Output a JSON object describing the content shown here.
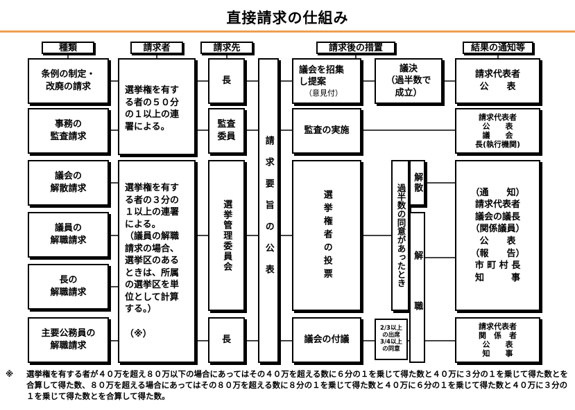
{
  "title": "直接請求の仕組み",
  "headers": {
    "type": "種類",
    "requester": "請求者",
    "destination": "請求先",
    "measures": "請求後の措置",
    "result": "結果の通知等"
  },
  "types": {
    "jorei": "条例の制定・\n改廃の請求",
    "jimu": "事務の\n監査請求",
    "gikai": "議会の\n解散請求",
    "giin": "議員の\n解職請求",
    "cho": "長の\n解職請求",
    "shuyo": "主要公務員の\n解職請求"
  },
  "requesters": {
    "fifty": "選挙権を有す\nる者の５０分\nの１以上の連\n署による。",
    "third": "選挙権を有す\nる者の３分の\n１以上の連署\nによる。\n（議員の解職\n請求の場合、\n選挙区のある\nときは、所属\nの選挙区を単\n位として計算\nする。）\n\n（※）"
  },
  "destinations": {
    "cho1": "長",
    "kansa": "監査\n委員",
    "senkan": "選挙管理委員会",
    "cho2": "長"
  },
  "koukai": "請求要旨の公表",
  "measures": {
    "shoshu": "議会を招集\nし提案",
    "shoshu_note": "（意見付）",
    "giketsu": "議決\n（過半数で\n成立）",
    "kansa": "監査の実施",
    "tohyo": "選挙権者の投票",
    "kahansu": "過半数の同意があったとき",
    "kaisan": "解散",
    "kaishoku": "解職",
    "fuketsu": "議会の付議",
    "quorum": "2/3以上\nの出席\n3/4以上\nの同意"
  },
  "results": {
    "jorei": "請求代表者\n公　　表",
    "jimu": "請求代表者\n公　　表\n議　　会\n長(執行機関)",
    "mid": "（通　　知）\n請求代表者\n議会の議長\n（関係議員）\n公　　表\n（報　　告）\n市 町 村 長\n知　　　事",
    "shuyo": "請求代表者\n関　係　者\n公　　表\n知　　事"
  },
  "footnote_mark": "※",
  "footnote": "選挙権を有する者が４０万を超え８０万以下の場合にあってはその４０万を超える数に６分の１を乗じて得た数と４０万に３分の１を乗じて得た数とを合算して得た数、８０万を超える場合にあってはその８０万を超える数に８分の１を乗じて得た数と４０万に６分の１を乗じて得た数と４０万に３分の１を乗じて得た数とを合算して得た数。"
}
